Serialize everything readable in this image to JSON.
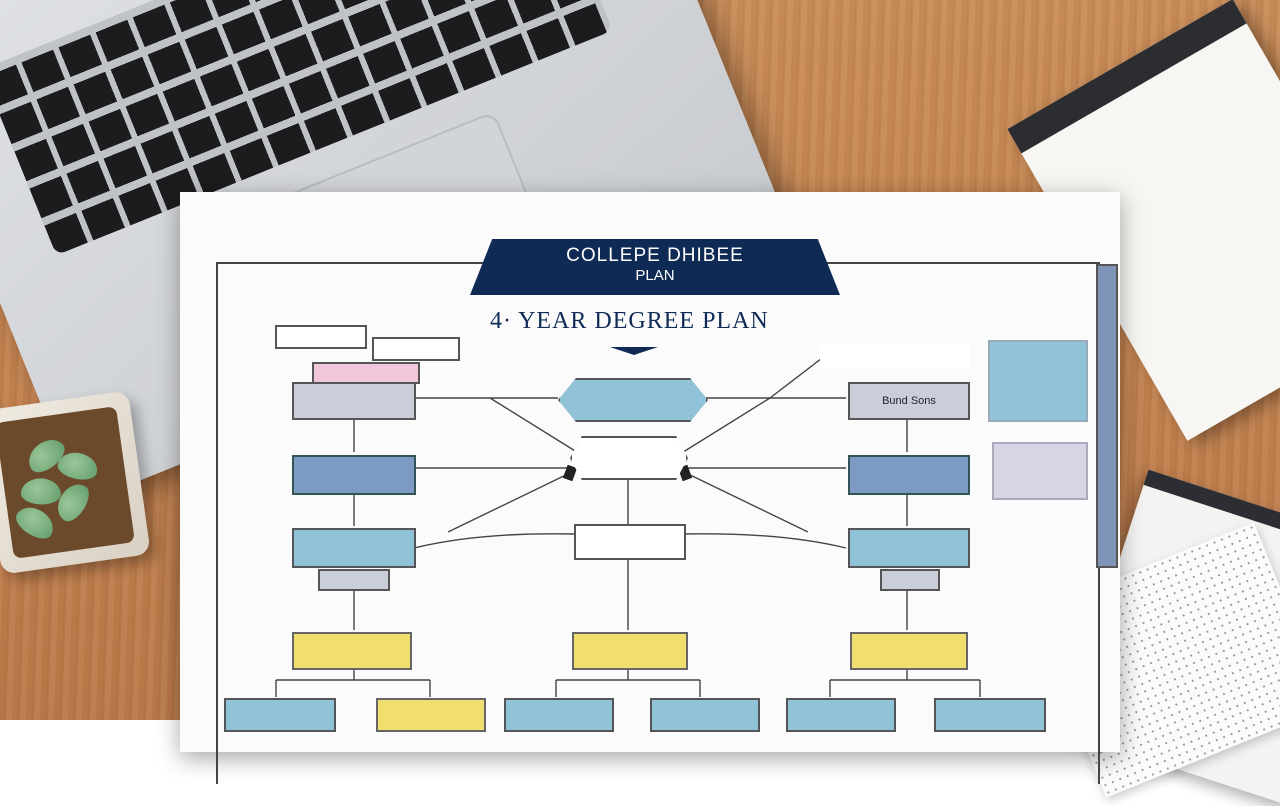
{
  "sheet": {
    "banner_line1": "COLLEPE DHIBEE",
    "banner_line2": "PLAN",
    "subtitle": "4· YEAR DEGREE PLAN"
  },
  "nodes": {
    "top_left_tag": "",
    "center_top": "",
    "center_mid": "",
    "center_lower": "",
    "left_1": "",
    "left_2": "",
    "left_3": "",
    "left_3_sub": "",
    "left_4": "",
    "mid_4": "",
    "right_1": "Bund Sons",
    "right_2": "",
    "right_3": "",
    "right_3_sub": "",
    "right_4": "",
    "side_note_1": "",
    "side_note_2": ""
  },
  "colors": {
    "navy": "#0f2a55",
    "grey_box": "#c9ced8",
    "blue_box": "#7d9ac3",
    "light_blue_box": "#90c2d8",
    "yellow_box": "#f0de6f"
  }
}
